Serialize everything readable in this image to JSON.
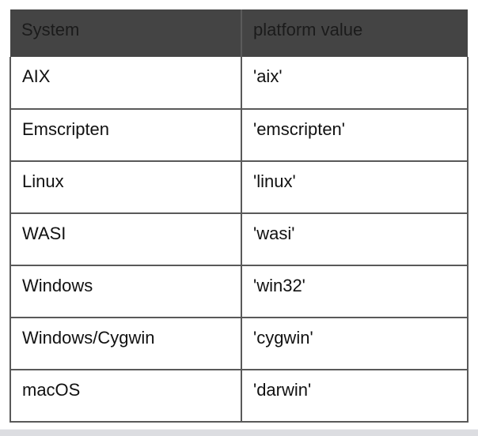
{
  "table": {
    "columns": [
      {
        "key": "system",
        "label": "System"
      },
      {
        "key": "value",
        "label": "platform value"
      }
    ],
    "rows": [
      {
        "system": "AIX",
        "value": "'aix'"
      },
      {
        "system": "Emscripten",
        "value": "'emscripten'"
      },
      {
        "system": "Linux",
        "value": "'linux'"
      },
      {
        "system": "WASI",
        "value": "'wasi'"
      },
      {
        "system": "Windows",
        "value": "'win32'"
      },
      {
        "system": "Windows/Cygwin",
        "value": "'cygwin'"
      },
      {
        "system": "macOS",
        "value": "'darwin'"
      }
    ]
  },
  "colors": {
    "header_background": "#444444",
    "header_text": "#1b1b1b",
    "header_divider": "#5b5b5b",
    "cell_border": "#595959",
    "cell_background": "#ffffff",
    "cell_text": "#111111",
    "page_background": "#ffffff",
    "bottom_band": "#dcdde1"
  }
}
